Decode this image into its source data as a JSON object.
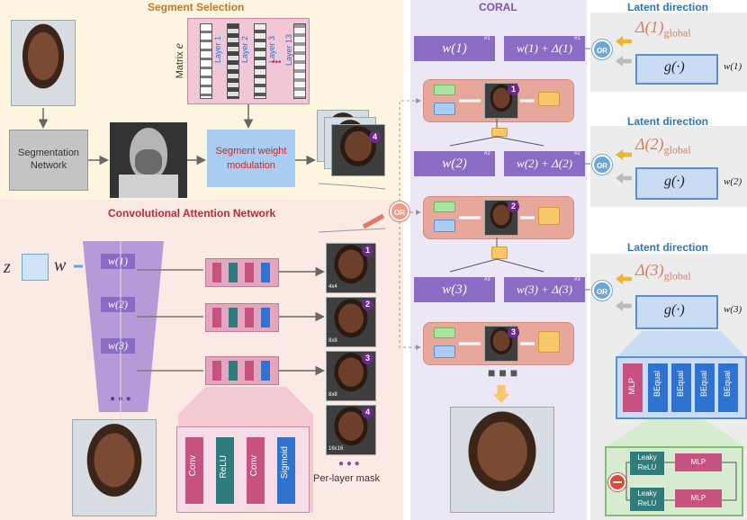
{
  "sections": {
    "segment_selection": "Segment Selection",
    "coral": "CORAL",
    "latent_direction": "Latent direction",
    "can": "Convolutional Attention Network"
  },
  "segmentation_network": "Segmentation Network",
  "matrix_label": "Matrix",
  "matrix_symbol": "e",
  "layer_labels": [
    "Layer 1",
    "Layer 2",
    "Layer 3",
    "Layer 13"
  ],
  "segment_weight_modulation": "Segment weight modulation",
  "per_layer_mask": "Per-layer mask",
  "or_label": "OR",
  "mask_sizes": [
    "4x4",
    "8x8",
    "8x8",
    "16x16"
  ],
  "mask_numbers": [
    "1",
    "2",
    "3",
    "4"
  ],
  "can_blocks": [
    "Conv",
    "ReLU",
    "Conv",
    "Sigmoid"
  ],
  "encoder": {
    "z": "z",
    "w": "w"
  },
  "encoder_w": [
    "w(1)",
    "w(2)",
    "w(3)"
  ],
  "coral_rows": [
    {
      "w": "w(1)",
      "wd": "w(1) + Δ(1)",
      "tag": "#1"
    },
    {
      "w": "w(2)",
      "wd": "w(2) + Δ(2)",
      "tag": "#2"
    },
    {
      "w": "w(3)",
      "wd": "w(3) + Δ(3)",
      "tag": "#3"
    }
  ],
  "coral_badges": [
    "1",
    "2",
    "3"
  ],
  "latent": [
    {
      "delta": "Δ(1)",
      "sub": "global",
      "g": "g(·)",
      "w": "w(1)"
    },
    {
      "delta": "Δ(2)",
      "sub": "global",
      "g": "g(·)",
      "w": "w(2)"
    },
    {
      "delta": "Δ(3)",
      "sub": "global",
      "g": "g(·)",
      "w": "w(3)"
    }
  ],
  "mlp_blocks": [
    "MLP",
    "BEqual",
    "BEqual",
    "BEqual",
    "BEqual"
  ],
  "bottom_blocks": [
    {
      "a": "Leaky ReLU",
      "b": "MLP"
    },
    {
      "a": "Leaky ReLU",
      "b": "MLP"
    }
  ],
  "colors": {
    "segment_bg": "#fdf5df",
    "can_bg": "#fbe9e4",
    "coral_bg": "#ece7f5",
    "latent_bg": "#ececec",
    "title_orange": "#c8772a",
    "title_red": "#c8282d",
    "title_blue": "#2f73c0",
    "title_purple": "#7a55b0"
  }
}
